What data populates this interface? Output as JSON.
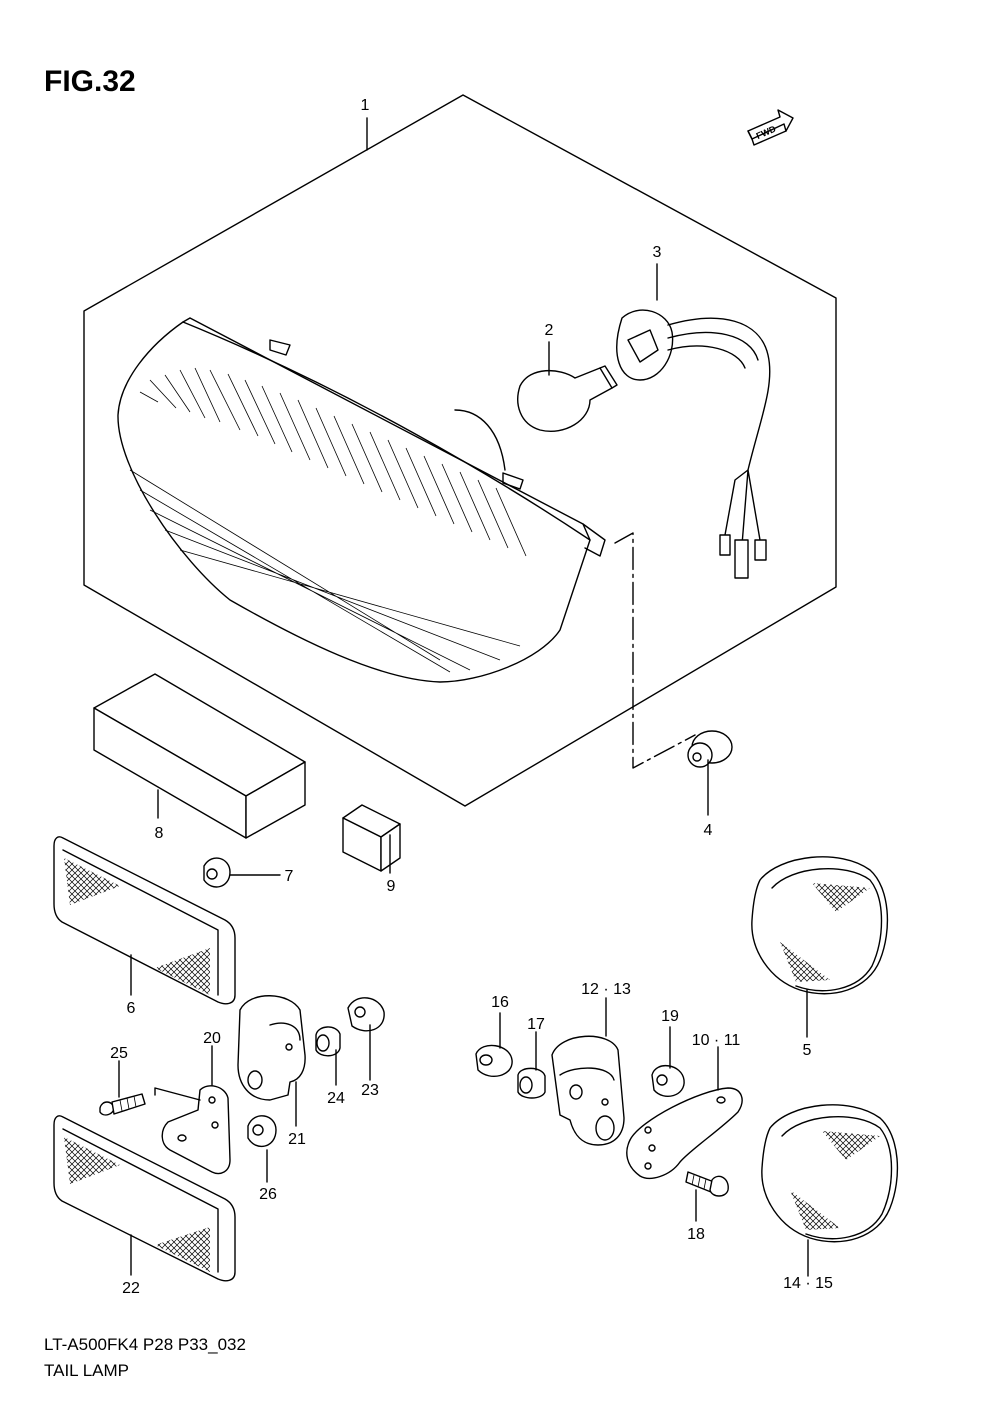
{
  "figure": {
    "title": "FIG.32"
  },
  "direction_marker": {
    "label": "FWD",
    "icon": "fwd-arrow-icon"
  },
  "footer": {
    "model_code": "LT-A500FK4 P28 P33_032",
    "section_name": "TAIL LAMP"
  },
  "callouts": {
    "p1": "1",
    "p2": "2",
    "p3": "3",
    "p4": "4",
    "p5": "5",
    "p6": "6",
    "p7": "7",
    "p8": "8",
    "p9": "9",
    "p10_11": "10 · 11",
    "p12_13": "12 · 13",
    "p14_15": "14 · 15",
    "p16": "16",
    "p17": "17",
    "p18": "18",
    "p19": "19",
    "p20": "20",
    "p21": "21",
    "p22": "22",
    "p23": "23",
    "p24": "24",
    "p25": "25",
    "p26": "26"
  }
}
